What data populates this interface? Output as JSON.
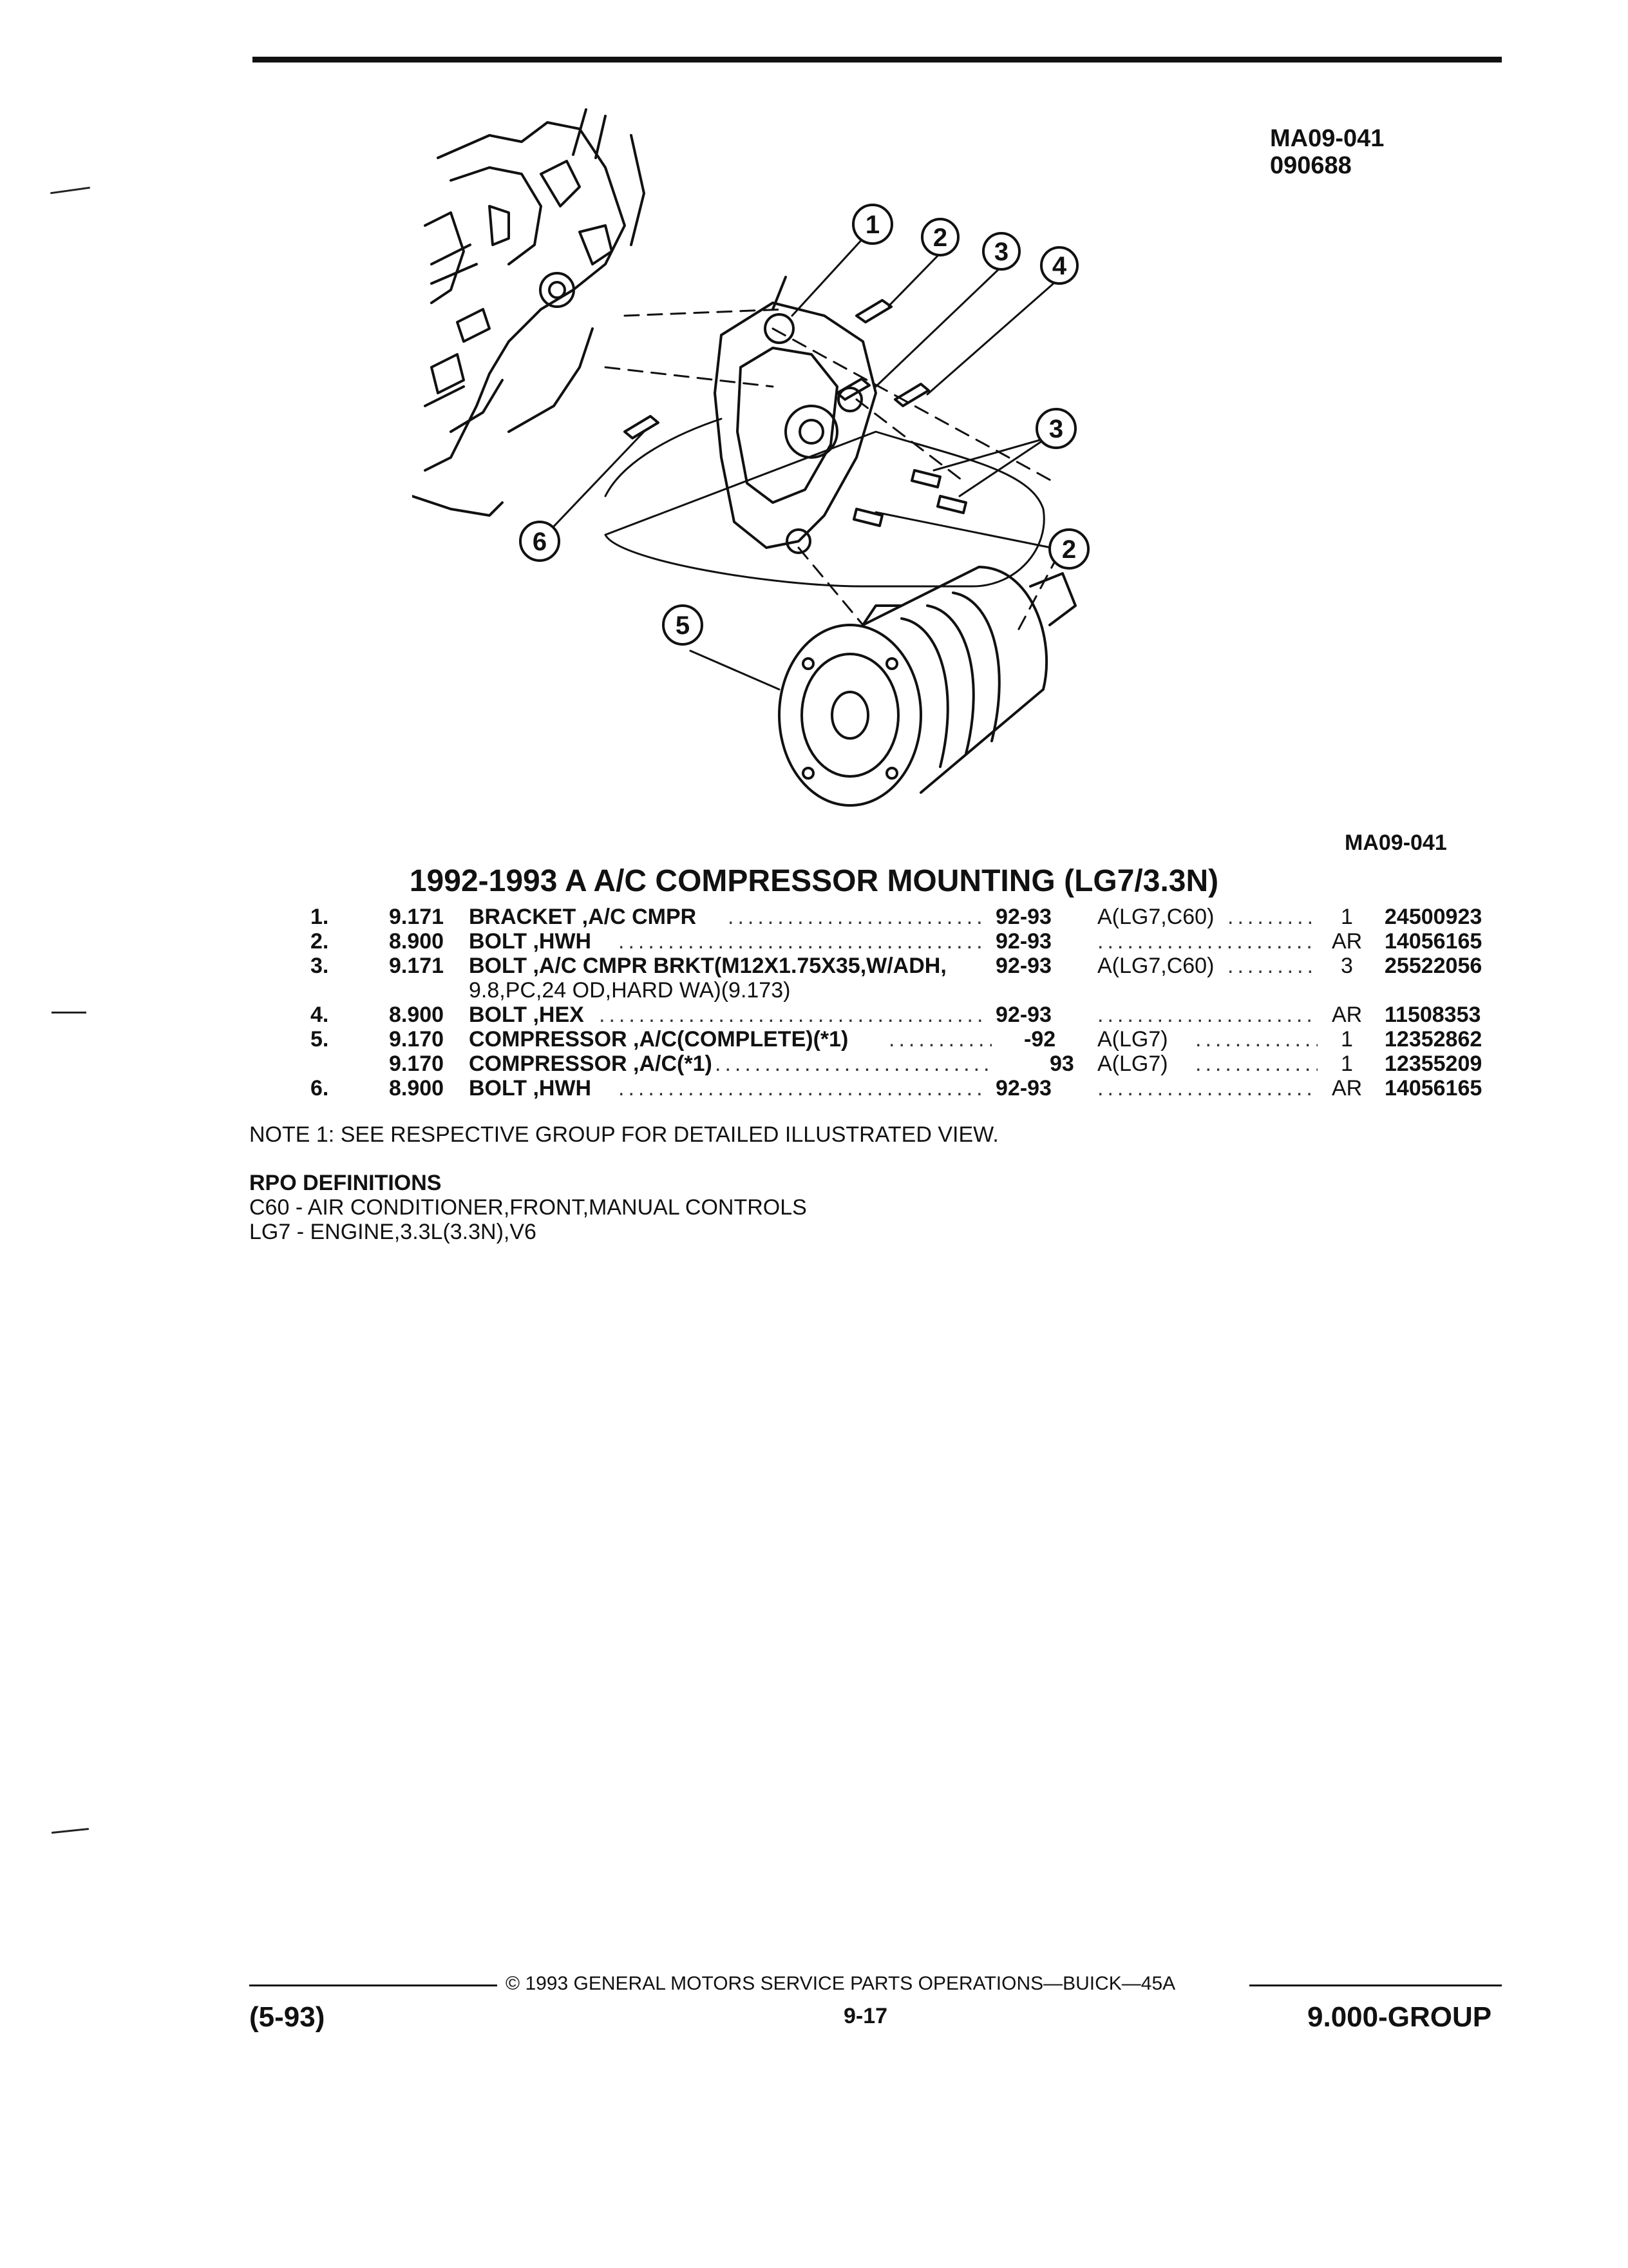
{
  "header": {
    "ref_code": "MA09-041",
    "ref_date": "090688",
    "fig_label": "MA09-041"
  },
  "illustration": {
    "callouts": [
      "1",
      "2",
      "3",
      "4",
      "3",
      "2",
      "6",
      "5"
    ]
  },
  "title": "1992-1993 A A/C COMPRESSOR MOUNTING (LG7/3.3N)",
  "parts": [
    {
      "item": "1.",
      "group": "9.171",
      "desc": "BRACKET ,A/C CMPR",
      "desc2": "",
      "years": "92-93",
      "usage": "A(LG7,C60)",
      "qty": "1",
      "part": "24500923"
    },
    {
      "item": "2.",
      "group": "8.900",
      "desc": "BOLT ,HWH",
      "desc2": "",
      "years": "92-93",
      "usage": "",
      "qty": "AR",
      "part": "14056165"
    },
    {
      "item": "3.",
      "group": "9.171",
      "desc": "BOLT ,A/C CMPR BRKT(M12X1.75X35,W/ADH,",
      "desc2": "9.8,PC,24 OD,HARD WA)(9.173)",
      "years": "92-93",
      "usage": "A(LG7,C60)",
      "qty": "3",
      "part": "25522056"
    },
    {
      "item": "4.",
      "group": "8.900",
      "desc": "BOLT ,HEX",
      "desc2": "",
      "years": "92-93",
      "usage": "",
      "qty": "AR",
      "part": "11508353"
    },
    {
      "item": "5.",
      "group": "9.170",
      "desc": "COMPRESSOR ,A/C(COMPLETE)(*1)",
      "desc2": "",
      "years": "-92",
      "usage": "A(LG7)",
      "qty": "1",
      "part": "12352862"
    },
    {
      "item": "",
      "group": "9.170",
      "desc": "COMPRESSOR ,A/C(*1)",
      "desc2": "",
      "years": "93",
      "usage": "A(LG7)",
      "qty": "1",
      "part": "12355209"
    },
    {
      "item": "6.",
      "group": "8.900",
      "desc": "BOLT ,HWH",
      "desc2": "",
      "years": "92-93",
      "usage": "",
      "qty": "AR",
      "part": "14056165"
    }
  ],
  "note": "NOTE  1:  SEE RESPECTIVE GROUP FOR DETAILED ILLUSTRATED VIEW.",
  "rpo": {
    "heading": "RPO DEFINITIONS",
    "lines": [
      "C60 - AIR CONDITIONER,FRONT,MANUAL CONTROLS",
      "LG7 - ENGINE,3.3L(3.3N),V6"
    ]
  },
  "footer": {
    "copyright": "© 1993  GENERAL MOTORS SERVICE PARTS OPERATIONS—BUICK—45A",
    "left": "(5-93)",
    "center": "9-17",
    "right": "9.000-GROUP"
  }
}
